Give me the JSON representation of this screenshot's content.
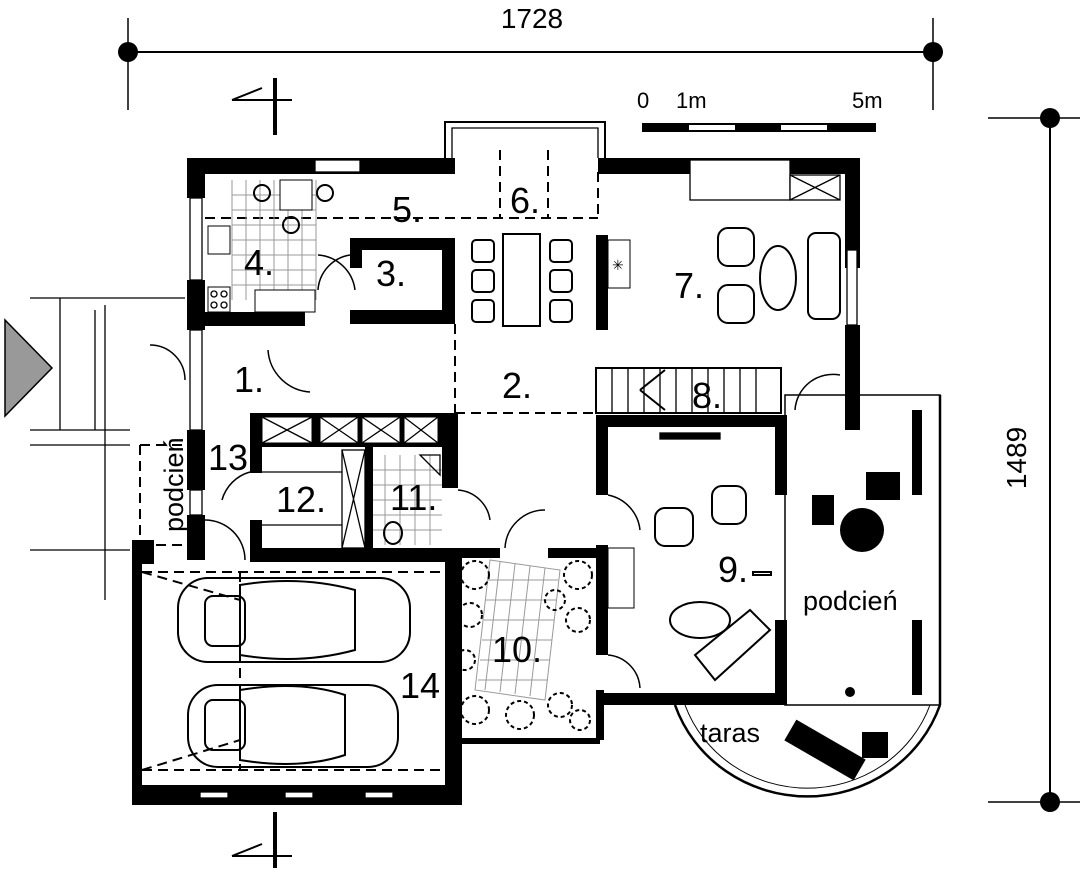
{
  "dimensions": {
    "width_label": "1728",
    "height_label": "1489"
  },
  "scale": {
    "zero": "0",
    "one": "1m",
    "five": "5m"
  },
  "rooms": {
    "r1": "1.",
    "r2": "2.",
    "r3": "3.",
    "r4": "4.",
    "r5": "5.",
    "r6": "6.",
    "r7": "7.",
    "r8": "8.",
    "r9": "9.",
    "r10": "10.",
    "r11": "11.",
    "r12": "12.",
    "r13": "13",
    "r14": "14"
  },
  "areas": {
    "porch_left": "podcień",
    "porch_right": "podcień",
    "terrace": "taras"
  },
  "colors": {
    "wall": "#000000",
    "background": "#ffffff",
    "entrance_arrow": "#999999"
  }
}
